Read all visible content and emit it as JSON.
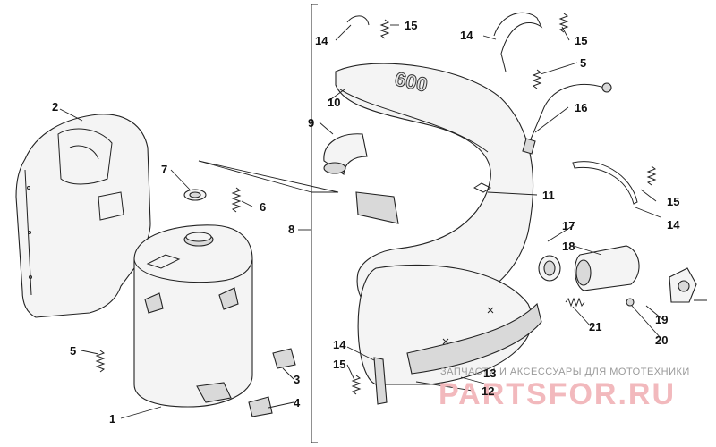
{
  "labels": {
    "p1": "1",
    "p2": "2",
    "p3": "3",
    "p4": "4",
    "p5a": "5",
    "p5b": "5",
    "p6": "6",
    "p7": "7",
    "p8": "8",
    "p9": "9",
    "p10": "10",
    "p11": "11",
    "p12": "12",
    "p13": "13",
    "p14a": "14",
    "p14b": "14",
    "p14c": "14",
    "p14d": "14",
    "p15a": "15",
    "p15b": "15",
    "p15c": "15",
    "p15d": "15",
    "p16": "16",
    "p17": "17",
    "p18": "18",
    "p19": "19",
    "p20": "20",
    "p21": "21"
  },
  "engraving": "600",
  "watermark": {
    "tagline": "ЗАПЧАСТИ И АКСЕССУАРЫ ДЛЯ МОТОТЕХНИКИ",
    "brand": "PARTSFOR.RU"
  }
}
